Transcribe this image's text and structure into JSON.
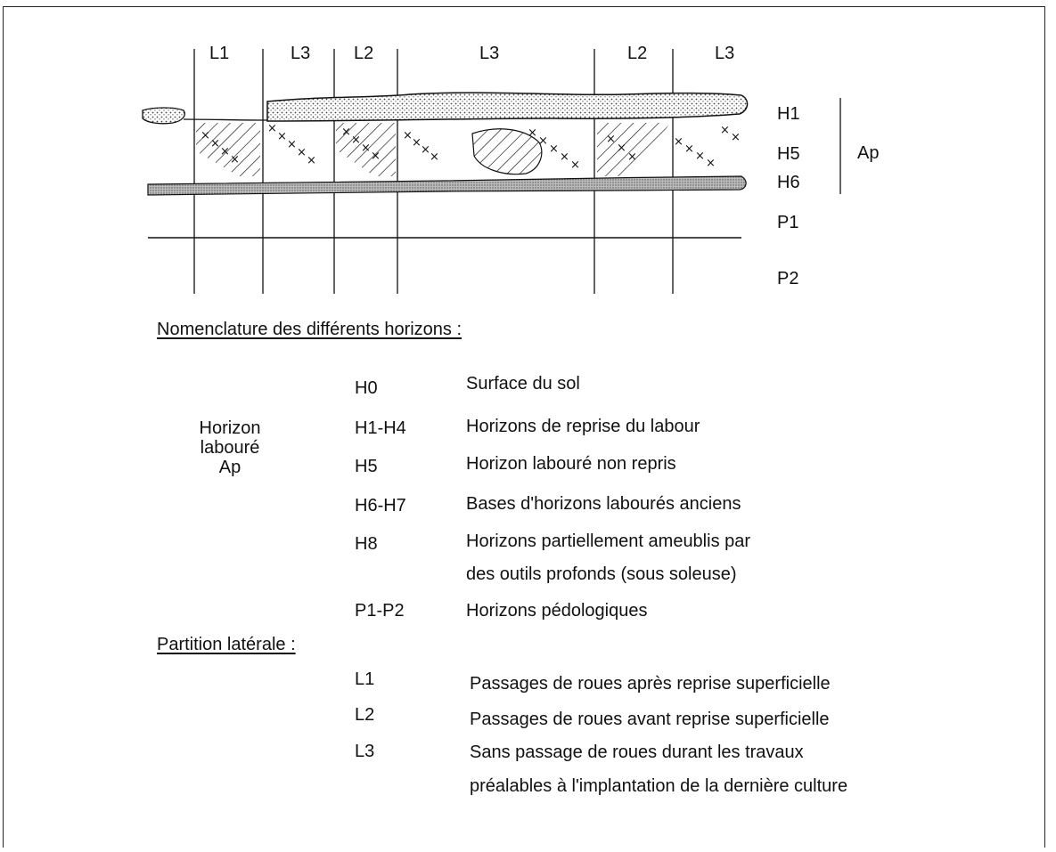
{
  "diagram": {
    "columns": [
      "L1",
      "L3",
      "L2",
      "L3",
      "L2",
      "L3"
    ],
    "horizon_labels": [
      "H1",
      "H5",
      "H6",
      "P1",
      "P2"
    ],
    "ap_label": "Ap"
  },
  "nomenclature": {
    "heading": "Nomenclature des différents horizons :",
    "group_label": [
      "Horizon",
      "labouré",
      "Ap"
    ],
    "rows": [
      {
        "code": "H0",
        "desc": "Surface du sol"
      },
      {
        "code": "H1-H4",
        "desc": "Horizons de reprise du labour"
      },
      {
        "code": "H5",
        "desc": "Horizon labouré non repris"
      },
      {
        "code": "H6-H7",
        "desc": "Bases d'horizons labourés anciens"
      },
      {
        "code": "H8",
        "desc": "Horizons partiellement ameublis  par"
      },
      {
        "code": "",
        "desc": "des outils profonds (sous soleuse)"
      },
      {
        "code": "P1-P2",
        "desc": "Horizons pédologiques"
      }
    ]
  },
  "partition": {
    "heading": "Partition latérale :",
    "rows": [
      {
        "code": "L1",
        "desc": "Passages de roues après reprise superficielle"
      },
      {
        "code": "L2",
        "desc": "Passages de roues avant reprise superficielle"
      },
      {
        "code": "L3",
        "desc": "Sans passage de roues durant les travaux"
      },
      {
        "code": "",
        "desc": "préalables à l'implantation de la dernière culture"
      }
    ]
  }
}
